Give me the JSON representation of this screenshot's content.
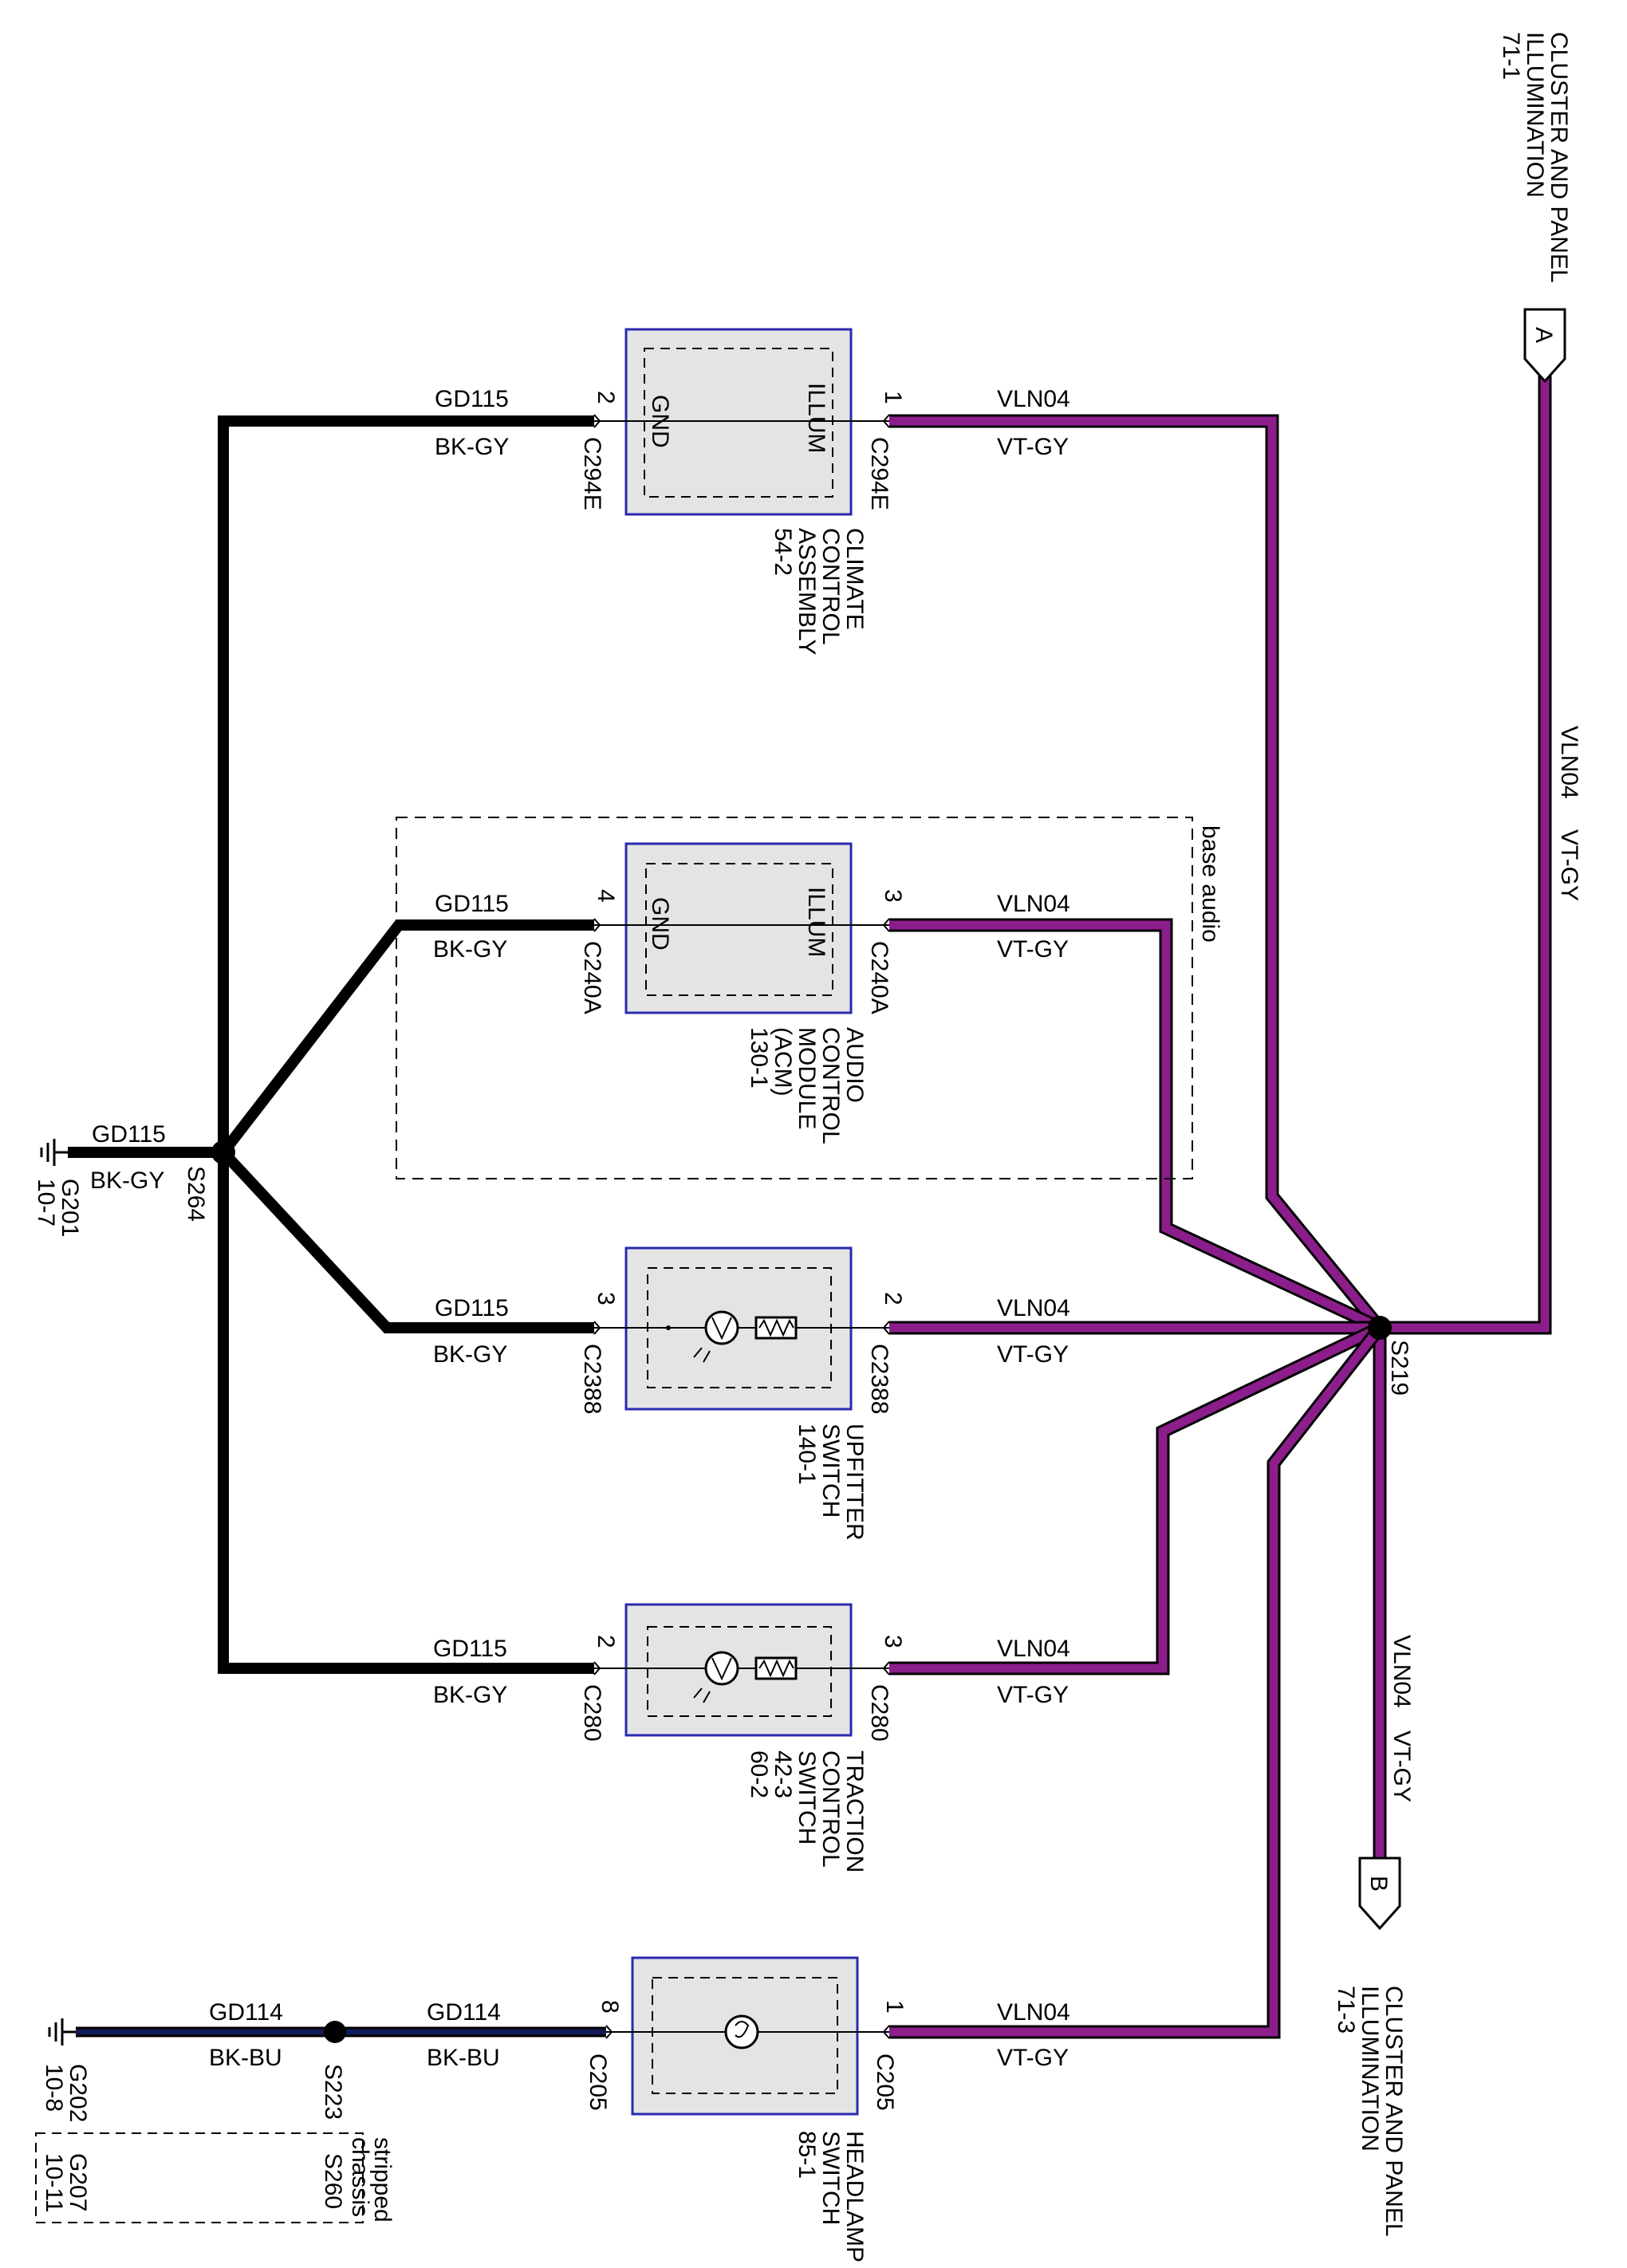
{
  "colors": {
    "violet": "#8c1e8c",
    "ground": "#000000",
    "ground_blue": "#101a55",
    "module_fill": "#e4e4e4",
    "module_border": "#2a2ab0"
  },
  "connector_a": {
    "letter": "A",
    "title": [
      "CLUSTER AND PANEL",
      "ILLUMINATION"
    ],
    "ref": "71-1"
  },
  "connector_b": {
    "letter": "B",
    "title": [
      "CLUSTER AND PANEL",
      "ILLUMINATION"
    ],
    "ref": "71-3"
  },
  "feed_wire_label": {
    "circuit": "VLN04",
    "color": "VT-GY"
  },
  "output_wire_label": {
    "circuit": "VLN04",
    "color": "VT-GY"
  },
  "splice_main": "S219",
  "splice_ground": "S264",
  "ground_wire": {
    "circuit": "GD115",
    "color": "BK-GY"
  },
  "ground_g201": {
    "id": "G201",
    "ref": "10-7"
  },
  "base_audio_label": "base audio",
  "modules": [
    {
      "name_lines": [
        "CLIMATE",
        "CONTROL",
        "ASSEMBLY",
        "54-2"
      ],
      "illum_label": "ILLUM",
      "gnd_label": "GND",
      "pin_illum": "1",
      "pin_gnd": "2",
      "conn_illum": "C294E",
      "conn_gnd": "C294E",
      "wire_illum": {
        "circuit": "VLN04",
        "color": "VT-GY"
      },
      "wire_gnd": {
        "circuit": "GD115",
        "color": "BK-GY"
      }
    },
    {
      "name_lines": [
        "AUDIO",
        "CONTROL",
        "MODULE",
        "(ACM)",
        "130-1"
      ],
      "illum_label": "ILLUM",
      "gnd_label": "GND",
      "pin_illum": "3",
      "pin_gnd": "4",
      "conn_illum": "C240A",
      "conn_gnd": "C240A",
      "wire_illum": {
        "circuit": "VLN04",
        "color": "VT-GY"
      },
      "wire_gnd": {
        "circuit": "GD115",
        "color": "BK-GY"
      }
    },
    {
      "name_lines": [
        "UPFITTER",
        "SWITCH",
        "140-1"
      ],
      "pin_illum": "2",
      "pin_gnd": "3",
      "conn_illum": "C2388",
      "conn_gnd": "C2388",
      "wire_illum": {
        "circuit": "VLN04",
        "color": "VT-GY"
      },
      "wire_gnd": {
        "circuit": "GD115",
        "color": "BK-GY"
      }
    },
    {
      "name_lines": [
        "TRACTION",
        "CONTROL",
        "SWITCH",
        "42-3",
        "60-2"
      ],
      "pin_illum": "3",
      "pin_gnd": "2",
      "conn_illum": "C280",
      "conn_gnd": "C280",
      "wire_illum": {
        "circuit": "VLN04",
        "color": "VT-GY"
      },
      "wire_gnd": {
        "circuit": "GD115",
        "color": "BK-GY"
      }
    },
    {
      "name_lines": [
        "HEADLAMP",
        "SWITCH",
        "85-1"
      ],
      "pin_illum": "1",
      "pin_gnd": "8",
      "conn_illum": "C205",
      "conn_gnd": "C205",
      "wire_illum": {
        "circuit": "VLN04",
        "color": "VT-GY"
      },
      "wire_gnd": {
        "circuit": "GD114",
        "color": "BK-BU"
      }
    }
  ],
  "headlamp_ground": {
    "splice": "S223",
    "wire": {
      "circuit": "GD114",
      "color": "BK-BU"
    },
    "ground": {
      "id": "G202",
      "ref": "10-8"
    },
    "stripped_chassis": {
      "label_lines": [
        "stripped",
        "chassis"
      ],
      "splice": "S260",
      "ground": "G207",
      "ref": "10-11"
    }
  }
}
